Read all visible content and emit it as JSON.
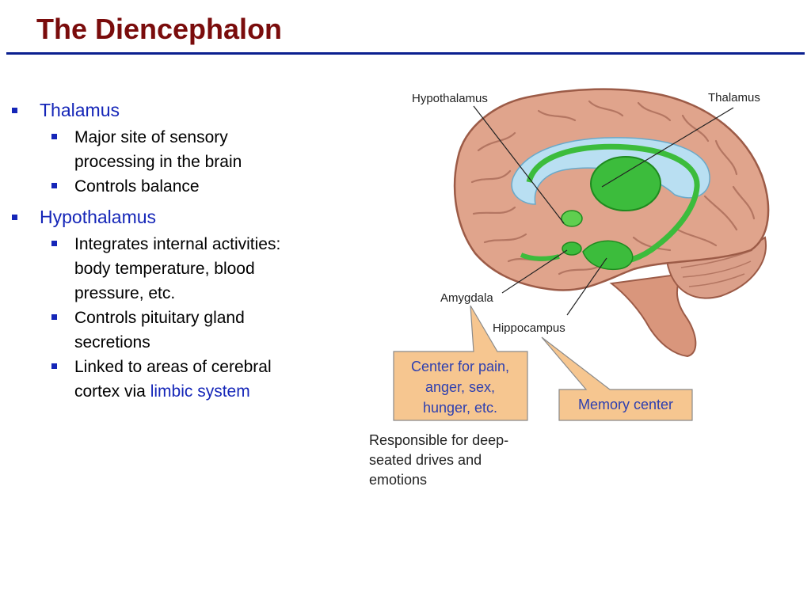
{
  "title": "The Diencephalon",
  "bullets": [
    {
      "label": "Thalamus",
      "subitems": [
        {
          "line1": "Major site of sensory",
          "line2": "processing in the brain"
        },
        {
          "line1": "Controls balance"
        }
      ]
    },
    {
      "label": "Hypothalamus",
      "subitems": [
        {
          "line1": "Integrates internal activities:",
          "line2": "body temperature, blood",
          "line3": "pressure, etc."
        },
        {
          "line1": "Controls pituitary gland",
          "line2": "secretions"
        },
        {
          "line1": "Linked to areas of cerebral",
          "line2a": "cortex via ",
          "link": "limbic system"
        }
      ]
    }
  ],
  "diagram": {
    "labels": {
      "hypothalamus": "Hypothalamus",
      "thalamus": "Thalamus",
      "amygdala": "Amygdala",
      "hippocampus": "Hippocampus"
    },
    "callout1": [
      "Center for pain,",
      "anger, sex,",
      "hunger, etc."
    ],
    "callout2": "Memory center",
    "caption": [
      "Responsible for deep-",
      "seated drives and",
      "emotions"
    ]
  },
  "colors": {
    "title": "#7a0c0c",
    "rule": "#0a1f8f",
    "bullet": "#1526b8",
    "brain": "#e0a48c",
    "limbic": "#3cbc3c",
    "ventricle": "#b9dff2",
    "callout_fill": "#f6c690"
  }
}
